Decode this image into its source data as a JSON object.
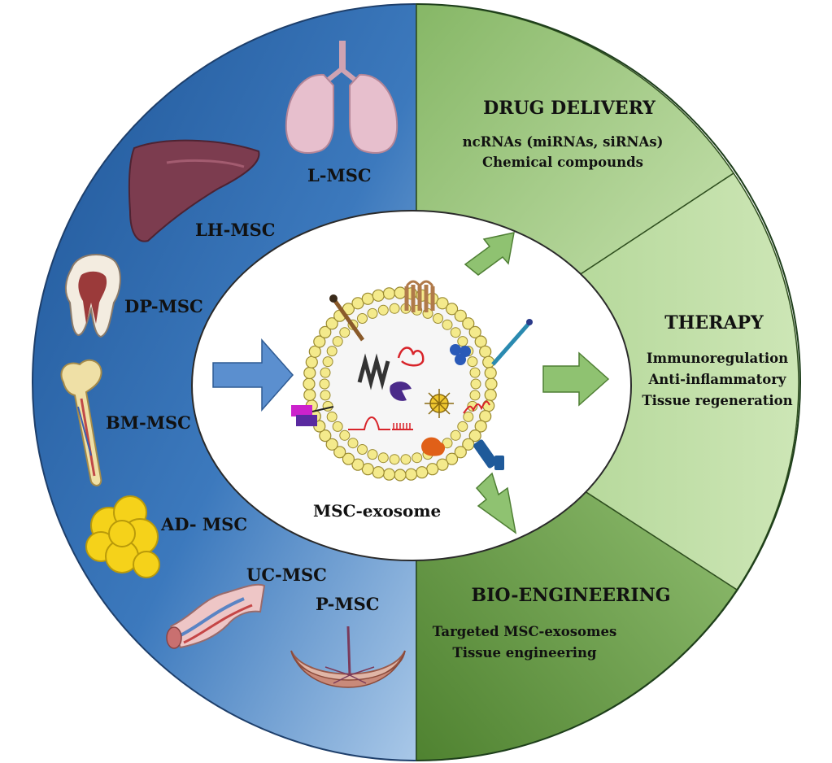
{
  "sources": {
    "lung": "L-MSC",
    "liver": "LH-MSC",
    "dental_pulp": "DP-MSC",
    "bone_marrow": "BM-MSC",
    "adipose": "AD- MSC",
    "umbilical_cord": "UC-MSC",
    "placenta": "P-MSC"
  },
  "center": {
    "label": "MSC-exosome"
  },
  "applications": {
    "drug_delivery": {
      "title": "DRUG DELIVERY",
      "lines": [
        "ncRNAs (miRNAs, siRNAs)",
        "Chemical compounds"
      ]
    },
    "therapy": {
      "title": "THERAPY",
      "lines": [
        "Immunoregulation",
        "Anti-inflammatory",
        "Tissue regeneration"
      ]
    },
    "bioengineering": {
      "title": "BIO-ENGINEERING",
      "lines": [
        "Targeted MSC-exosomes",
        "Tissue engineering"
      ]
    }
  },
  "colors": {
    "blue_dark": "#2f67ab",
    "blue_light": "#a9c8e8",
    "green_light": "#b5d79c",
    "green_mid": "#93c072",
    "green_dark": "#5e8f3b",
    "arrow_blue": "#5b8fcf",
    "arrow_green": "#8fc271",
    "vesicle_yellow": "#f4ea8c"
  },
  "icons": [
    "lung-icon",
    "liver-icon",
    "tooth-icon",
    "bone-icon",
    "fat-cells-icon",
    "umbilical-cord-icon",
    "placenta-icon",
    "exosome-icon"
  ]
}
